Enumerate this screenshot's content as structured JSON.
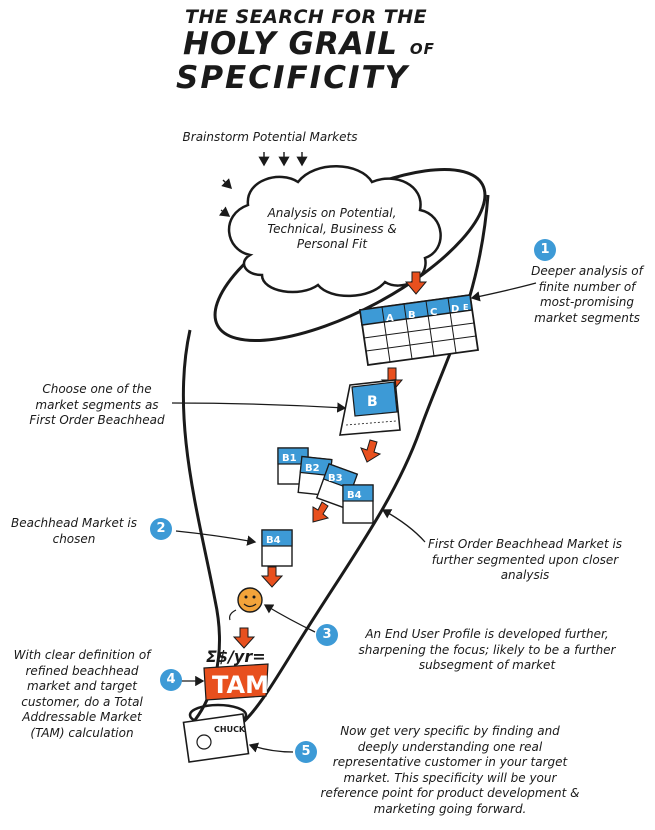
{
  "title": {
    "line1": "THE SEARCH FOR THE",
    "line2": "HOLY GRAIL",
    "line2_suffix": "OF",
    "line3": "SPECIFICITY"
  },
  "brainstorm": "Brainstorm Potential Markets",
  "cloud_text": "Analysis on Potential, Technical, Business & Personal Fit",
  "steps": [
    {
      "number": "1",
      "text": "Deeper analysis of finite number of most-promising market segments"
    },
    {
      "number": "2",
      "text": "Beachhead Market is chosen"
    },
    {
      "number": "3",
      "text": "An End User Profile is developed further, sharpening the focus; likely to be a further subsegment of market"
    },
    {
      "number": "4",
      "text": "With clear definition of refined beachhead market and target customer, do a Total Addressable Market (TAM) calculation"
    },
    {
      "number": "5",
      "text": "Now get very specific by finding and deeply understanding one real representative customer in your target market. This specificity will be your reference point for product development & marketing going forward."
    }
  ],
  "choose_note": "Choose one of the market segments as First Order Beachhead",
  "segmented_note": "First Order Beachhead Market is further segmented upon closer analysis",
  "labels": {
    "grid_cols": [
      "A",
      "B",
      "C",
      "D",
      "E"
    ],
    "doc_b": "B",
    "b_cards": [
      "B1",
      "B2",
      "B3",
      "B4"
    ],
    "b4_final": "B4",
    "tam_formula": "Σ$/yr=",
    "tam": "TAM",
    "persona_card": "CHUCK"
  },
  "colors": {
    "accent_blue": "#3d9ad6",
    "arrow_orange": "#e8501e",
    "ink": "#1a1a1a"
  }
}
